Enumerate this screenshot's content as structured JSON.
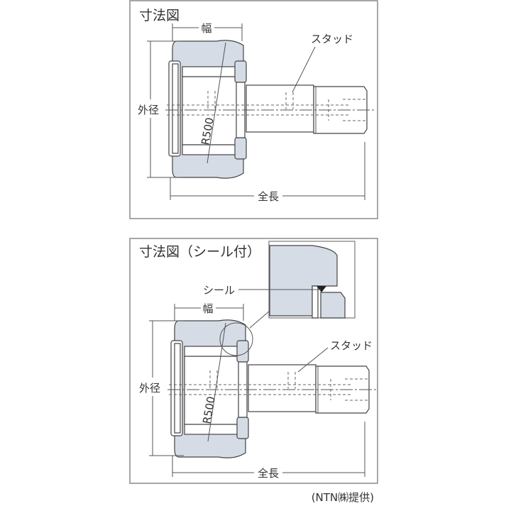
{
  "top_panel": {
    "title": "寸法図",
    "width_label": "幅",
    "outer_diameter_label": "外径",
    "total_length_label": "全長",
    "stud_label": "スタッド",
    "radius_label": "R500"
  },
  "bottom_panel": {
    "title": "寸法図（シール付）",
    "width_label": "幅",
    "outer_diameter_label": "外径",
    "total_length_label": "全長",
    "stud_label": "スタッド",
    "radius_label": "R500",
    "seal_label": "シール"
  },
  "caption": "(NTN㈱提供)",
  "colors": {
    "roller_fill": "#d6dce6",
    "frame": "#8a8a8a",
    "line": "#444444"
  }
}
